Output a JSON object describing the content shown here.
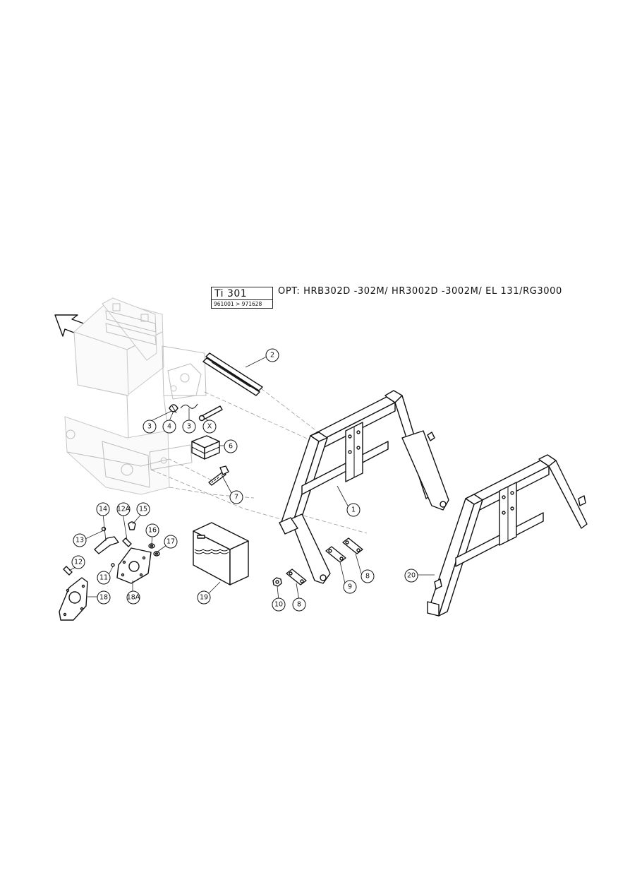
{
  "header": {
    "model": "Ti 301",
    "serial_range": "961001 > 971628",
    "option_title": "OPT: HRB302D -302M/ HR3002D -3002M/ EL 131/RG3000"
  },
  "callouts": {
    "c1": "1",
    "c2": "2",
    "c3a": "3",
    "c4": "4",
    "c3b": "3",
    "cX": "X",
    "c6": "6",
    "c7": "7",
    "c8a": "8",
    "c8b": "8",
    "c9": "9",
    "c10": "10",
    "c11": "11",
    "c12": "12",
    "c12a": "12A",
    "c13": "13",
    "c14": "14",
    "c15": "15",
    "c16": "16",
    "c17": "17",
    "c18": "18",
    "c18a": "18A",
    "c19": "19",
    "c20": "20"
  },
  "icons": {
    "direction": "travel-direction-arrow-icon"
  }
}
